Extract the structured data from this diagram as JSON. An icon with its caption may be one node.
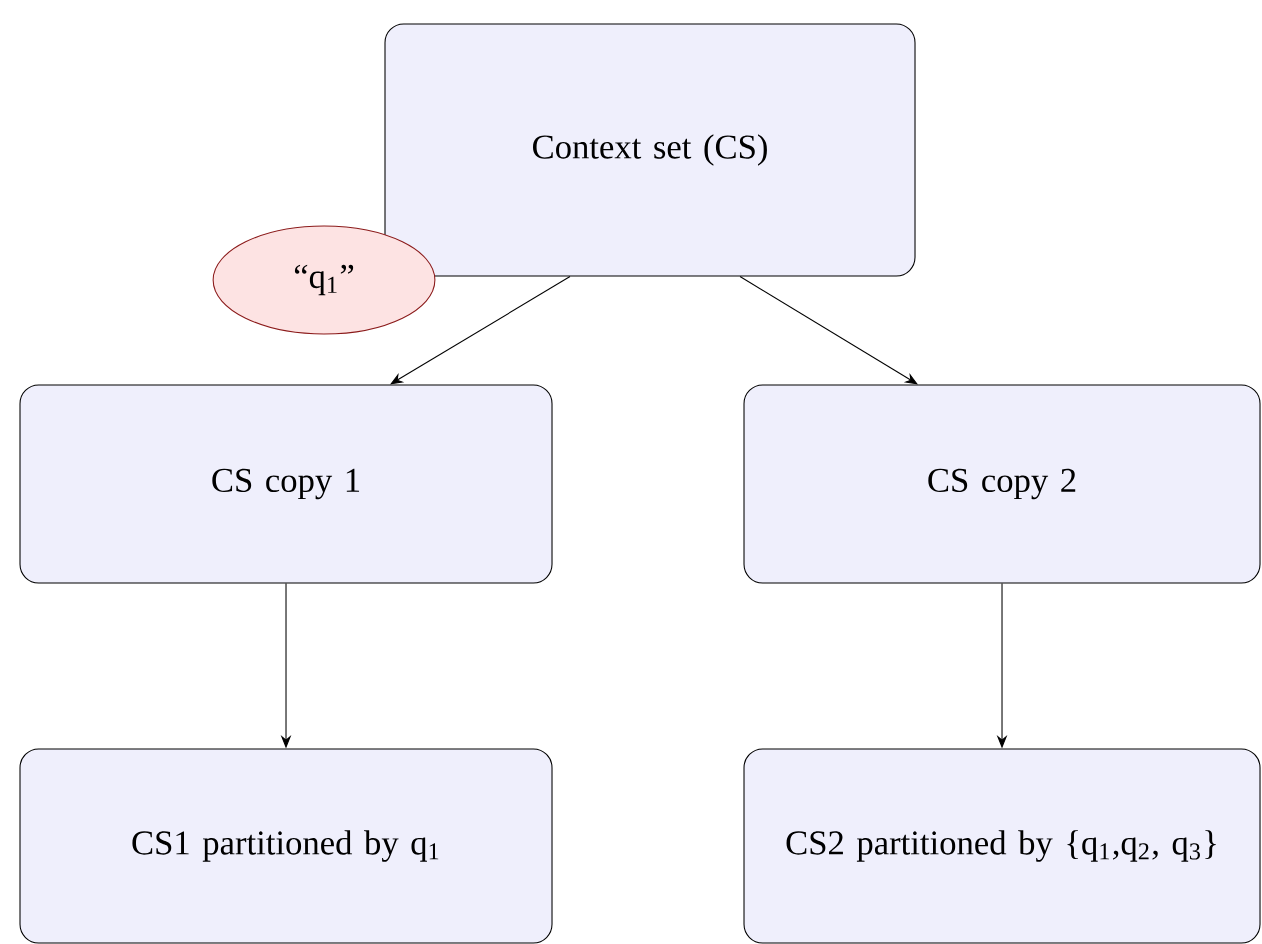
{
  "diagram": {
    "nodes": [
      {
        "text": [
          "Context set (CS)"
        ]
      },
      {
        "text": [
          "“q$_{1}$”"
        ]
      },
      {
        "text": [
          "CS copy 1"
        ]
      },
      {
        "text": [
          "CS copy 2"
        ]
      },
      {
        "text": [
          "CS1 partitioned by q$_{1}$"
        ]
      },
      {
        "text": [
          "CS2 partitioned by {q$_{1}$,q$_{2}$, q$_{3}$}"
        ]
      }
    ],
    "edges": [
      {
        "from": 0,
        "to": 2,
        "arrow": "to"
      },
      {
        "from": 0,
        "to": 3,
        "arrow": "to"
      },
      {
        "from": 2,
        "to": 4,
        "arrow": "to"
      },
      {
        "from": 3,
        "to": 5,
        "arrow": "to"
      }
    ]
  }
}
